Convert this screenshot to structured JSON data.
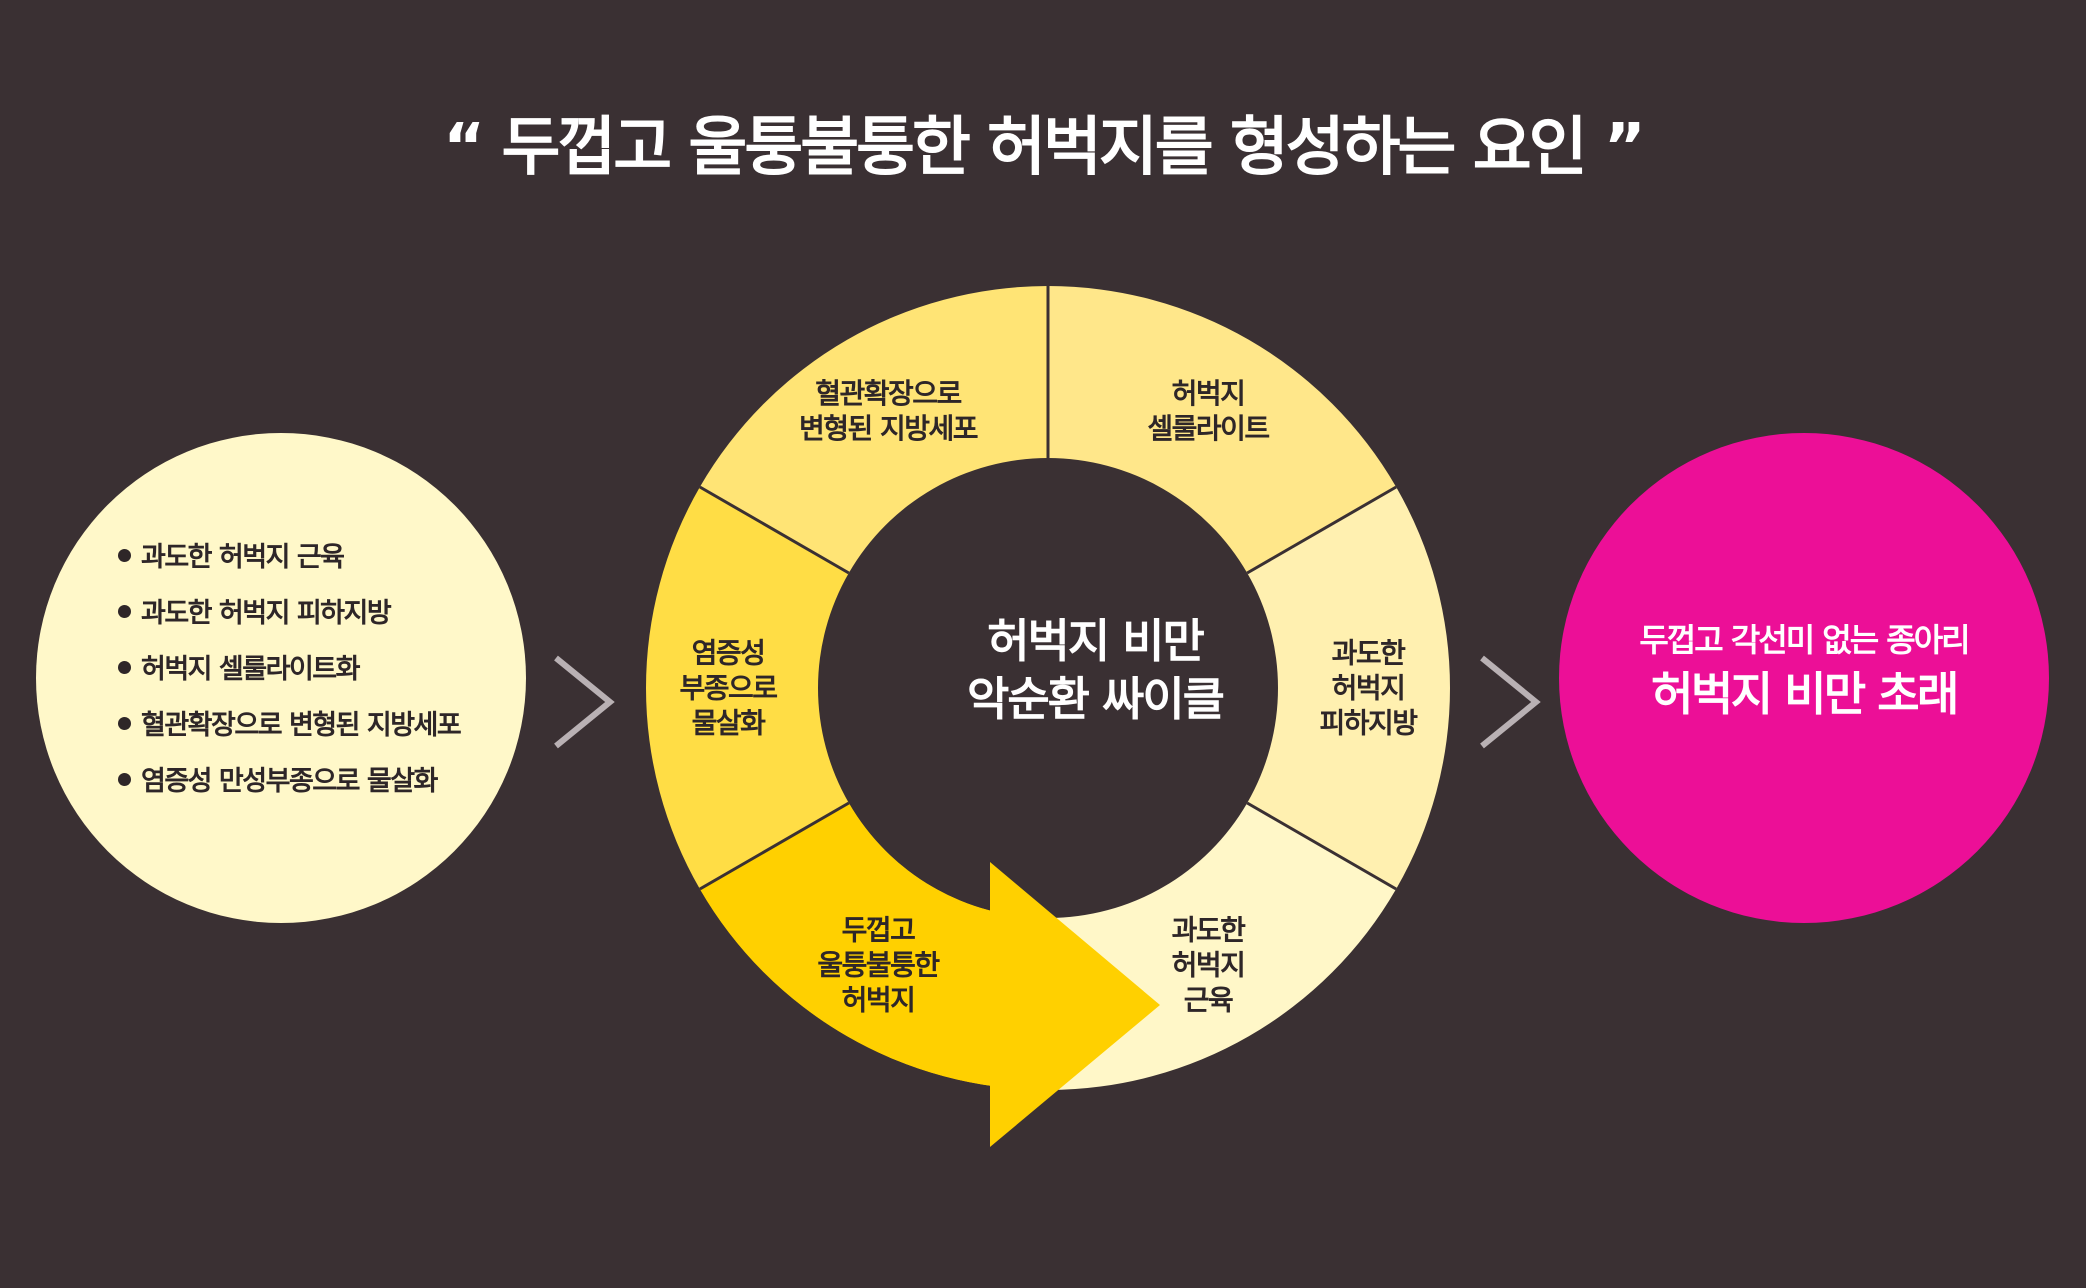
{
  "title": "“ 두껍고 울퉁불퉁한 허벅지를 형성하는 요인 ”",
  "left_panel": {
    "items": [
      "과도한 허벅지 근육",
      "과도한 허벅지 피하지방",
      "허벅지 셀룰라이트화",
      "혈관확장으로 변형된 지방세포",
      "염증성 만성부종으로 물살화"
    ]
  },
  "cycle": {
    "center": [
      "허벅지 비만",
      "악순환 싸이클"
    ],
    "segments": [
      {
        "lines": [
          "허벅지",
          "셀룰라이트"
        ],
        "color": "#ffe78a"
      },
      {
        "lines": [
          "과도한",
          "허벅지",
          "피하지방"
        ],
        "color": "#fff0b0"
      },
      {
        "lines": [
          "과도한",
          "허벅지",
          "근육"
        ],
        "color": "#fff7c8"
      },
      {
        "lines": [
          "두껍고",
          "울퉁불퉁한",
          "허벅지"
        ],
        "color": "#ffd000"
      },
      {
        "lines": [
          "염증성",
          "부종으로",
          "물살화"
        ],
        "color": "#ffdd45"
      },
      {
        "lines": [
          "혈관확장으로",
          "변형된 지방세포"
        ],
        "color": "#ffe475"
      }
    ]
  },
  "result": {
    "subtitle": "두껍고 각선미 없는 종아리",
    "main": "허벅지 비만 초래"
  },
  "colors": {
    "background": "#3a3033",
    "left_circle": "#fff8c9",
    "result_circle": "#ec0f97",
    "chevron": "#b9b1b4"
  },
  "icons": [
    "chevron-right-icon",
    "chevron-right-icon",
    "cycle-arrow-icon"
  ]
}
